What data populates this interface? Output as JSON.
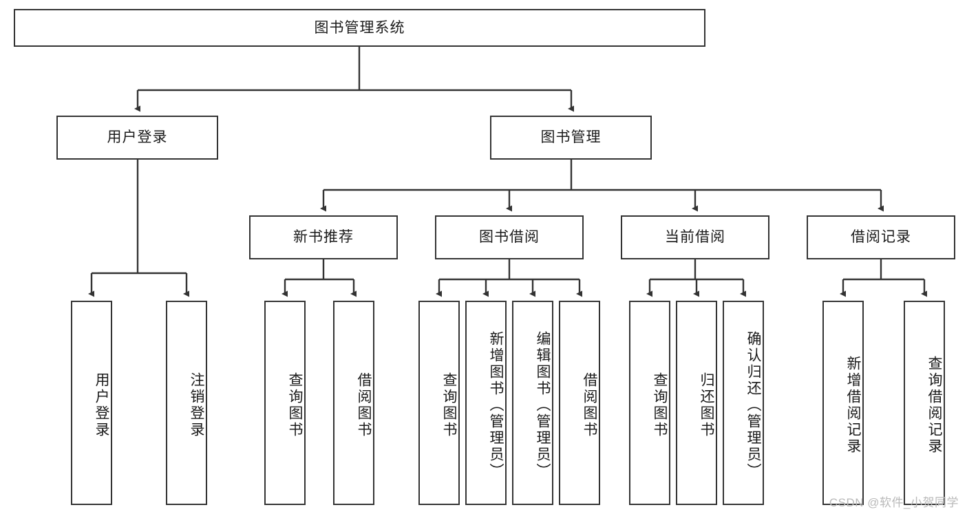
{
  "diagram": {
    "title": "图书管理系统",
    "watermark": "CSDN @软件_小贺同学",
    "colors": {
      "stroke": "#333333",
      "fill": "#ffffff",
      "text": "#1a1a1a",
      "watermark": "#b9b9b9"
    },
    "root": {
      "label": "图书管理系统"
    },
    "level2": [
      {
        "label": "用户登录"
      },
      {
        "label": "图书管理"
      }
    ],
    "level3": [
      {
        "label": "新书推荐"
      },
      {
        "label": "图书借阅"
      },
      {
        "label": "当前借阅"
      },
      {
        "label": "借阅记录"
      }
    ],
    "leaves": {
      "user_login": [
        {
          "label": "用户登录"
        },
        {
          "label": "注销登录"
        }
      ],
      "new_book": [
        {
          "label": "查询图书"
        },
        {
          "label": "借阅图书"
        }
      ],
      "book_borrow": [
        {
          "label": "查询图书"
        },
        {
          "label": "新增图书（管理员）"
        },
        {
          "label": "编辑图书（管理员）"
        },
        {
          "label": "借阅图书"
        }
      ],
      "current_borrow": [
        {
          "label": "查询图书"
        },
        {
          "label": "归还图书"
        },
        {
          "label": "确认归还（管理员）"
        }
      ],
      "borrow_record": [
        {
          "label": "新增借阅记录"
        },
        {
          "label": "查询借阅记录"
        }
      ]
    }
  }
}
